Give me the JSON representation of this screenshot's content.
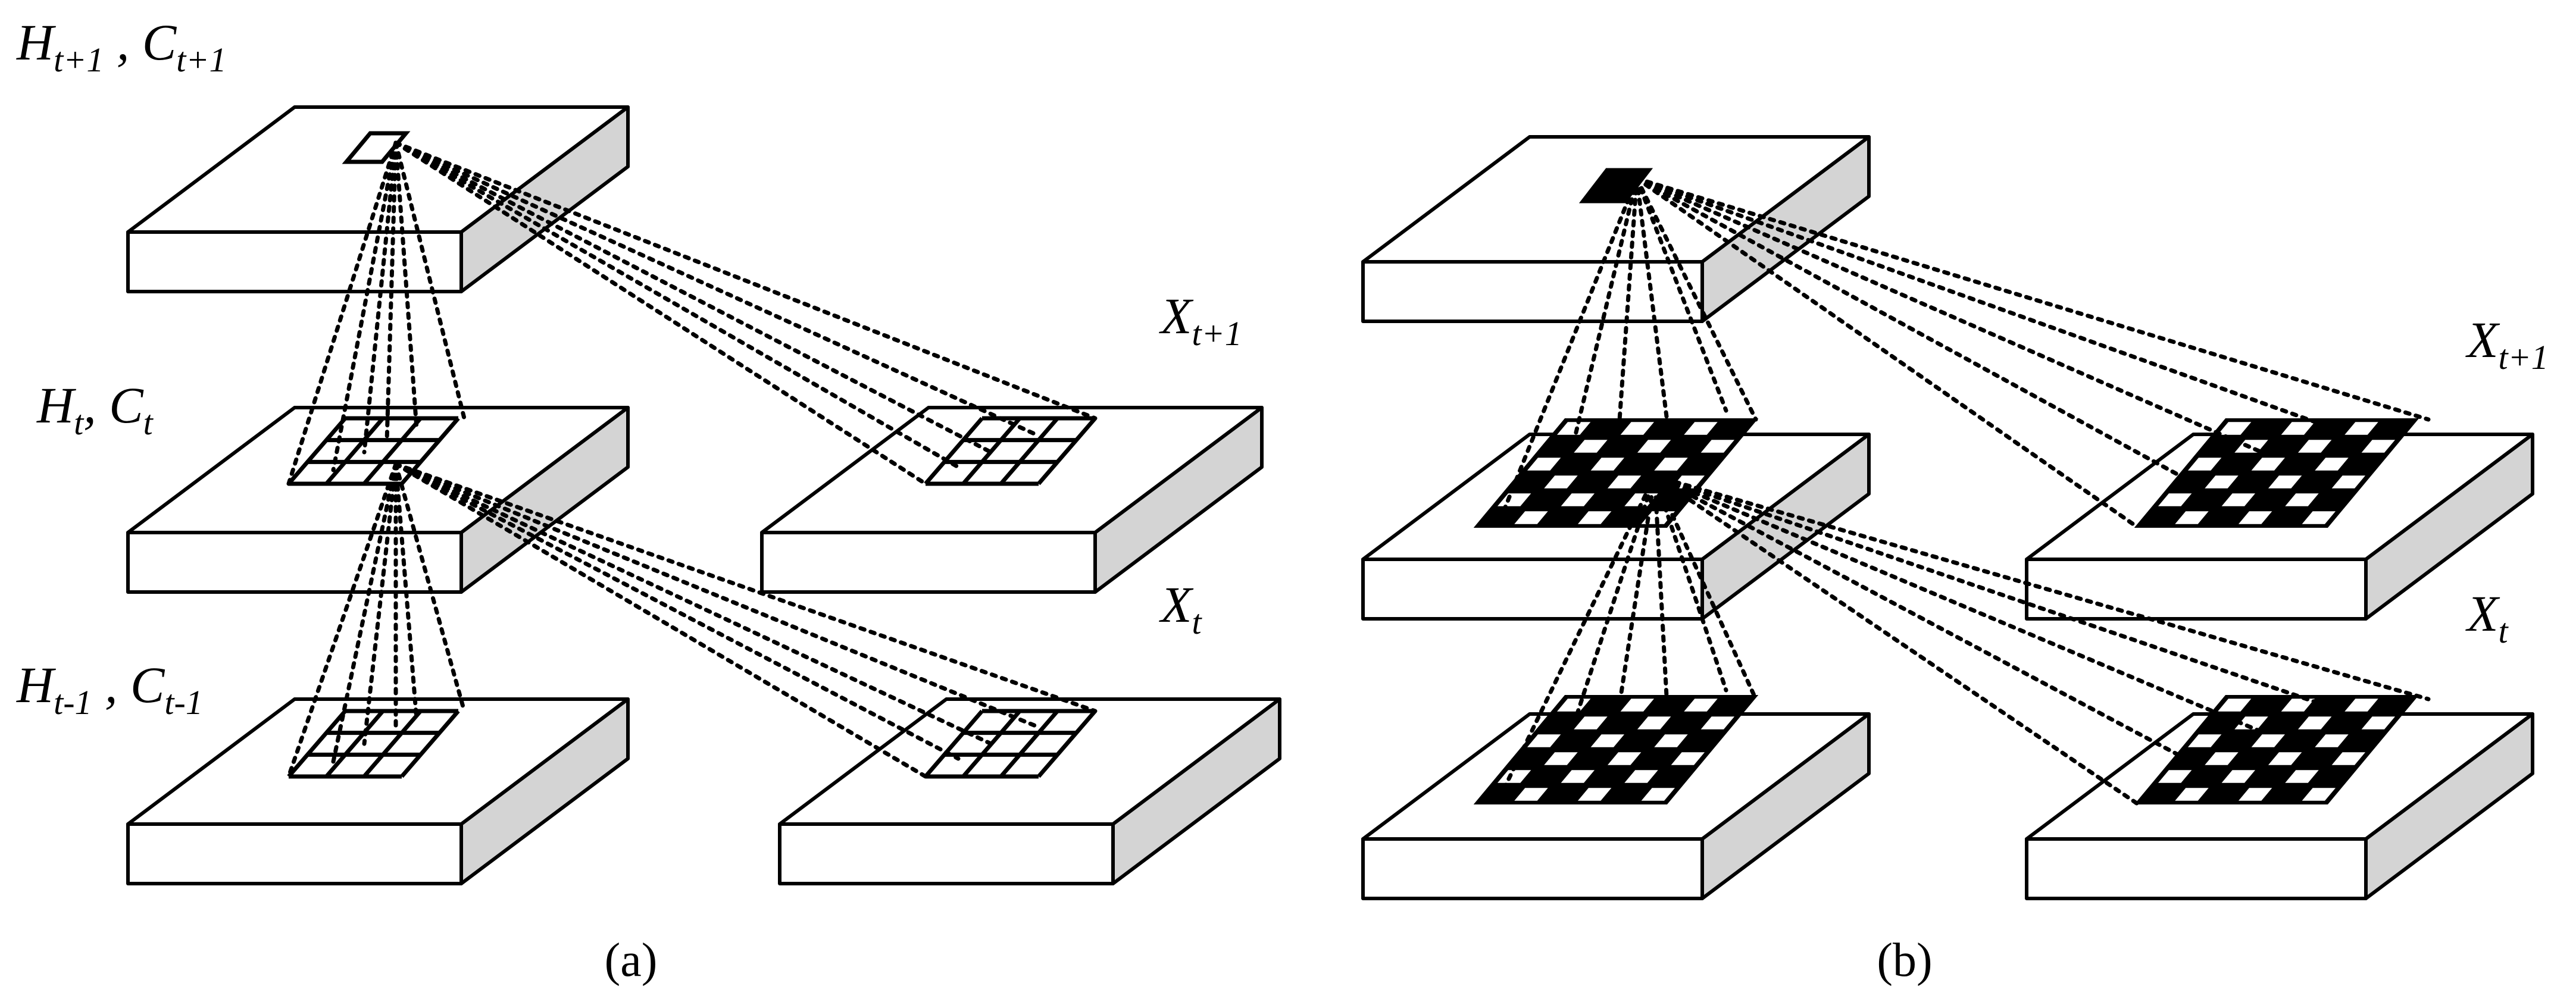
{
  "panels": [
    {
      "id": "a",
      "caption": "(a)",
      "style": "outline",
      "layer_labels": [
        {
          "base": "H",
          "sub": "t+1",
          "sep": " , ",
          "base2": "C",
          "sub2": "t+1"
        },
        {
          "base": "H",
          "sub": "t",
          "sep": ", ",
          "base2": "C",
          "sub2": "t"
        },
        {
          "base": "H",
          "sub": "t-1",
          "sep": " , ",
          "base2": "C",
          "sub2": "t-1"
        }
      ],
      "input_labels": [
        {
          "base": "X",
          "sub": "t+1"
        },
        {
          "base": "X",
          "sub": "t"
        }
      ]
    },
    {
      "id": "b",
      "caption": "(b)",
      "style": "checker",
      "input_labels": [
        {
          "base": "X",
          "sub": "t+1"
        },
        {
          "base": "X",
          "sub": "t"
        }
      ]
    }
  ],
  "colors": {
    "stroke": "#000000",
    "slab_top": "#ffffff",
    "slab_front": "#ffffff",
    "slab_side": "#d4d4d4",
    "cell_dark": "#000000",
    "cell_light": "#ffffff"
  }
}
